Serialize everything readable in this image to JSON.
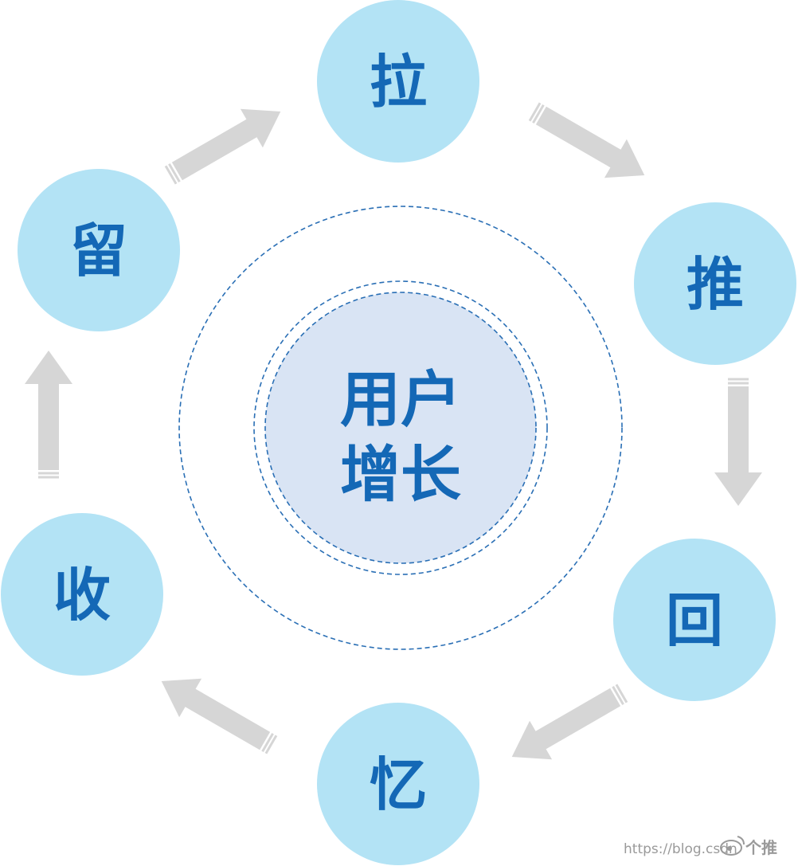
{
  "center": {
    "line1": "用户",
    "line2": "增长"
  },
  "nodes": [
    {
      "id": "la",
      "label": "拉"
    },
    {
      "id": "tui",
      "label": "推"
    },
    {
      "id": "hui",
      "label": "回"
    },
    {
      "id": "yi",
      "label": "忆"
    },
    {
      "id": "shou",
      "label": "收"
    },
    {
      "id": "liu",
      "label": "留"
    }
  ],
  "watermark": {
    "url_text": "https://blog.csdn",
    "brand_text": "个推"
  },
  "colors": {
    "node_fill": "#b3e3f5",
    "label": "#1468b6",
    "center_fill": "#d9e4f4",
    "ring_stroke": "#2a6fb5",
    "arrow": "#d6d6d6"
  }
}
